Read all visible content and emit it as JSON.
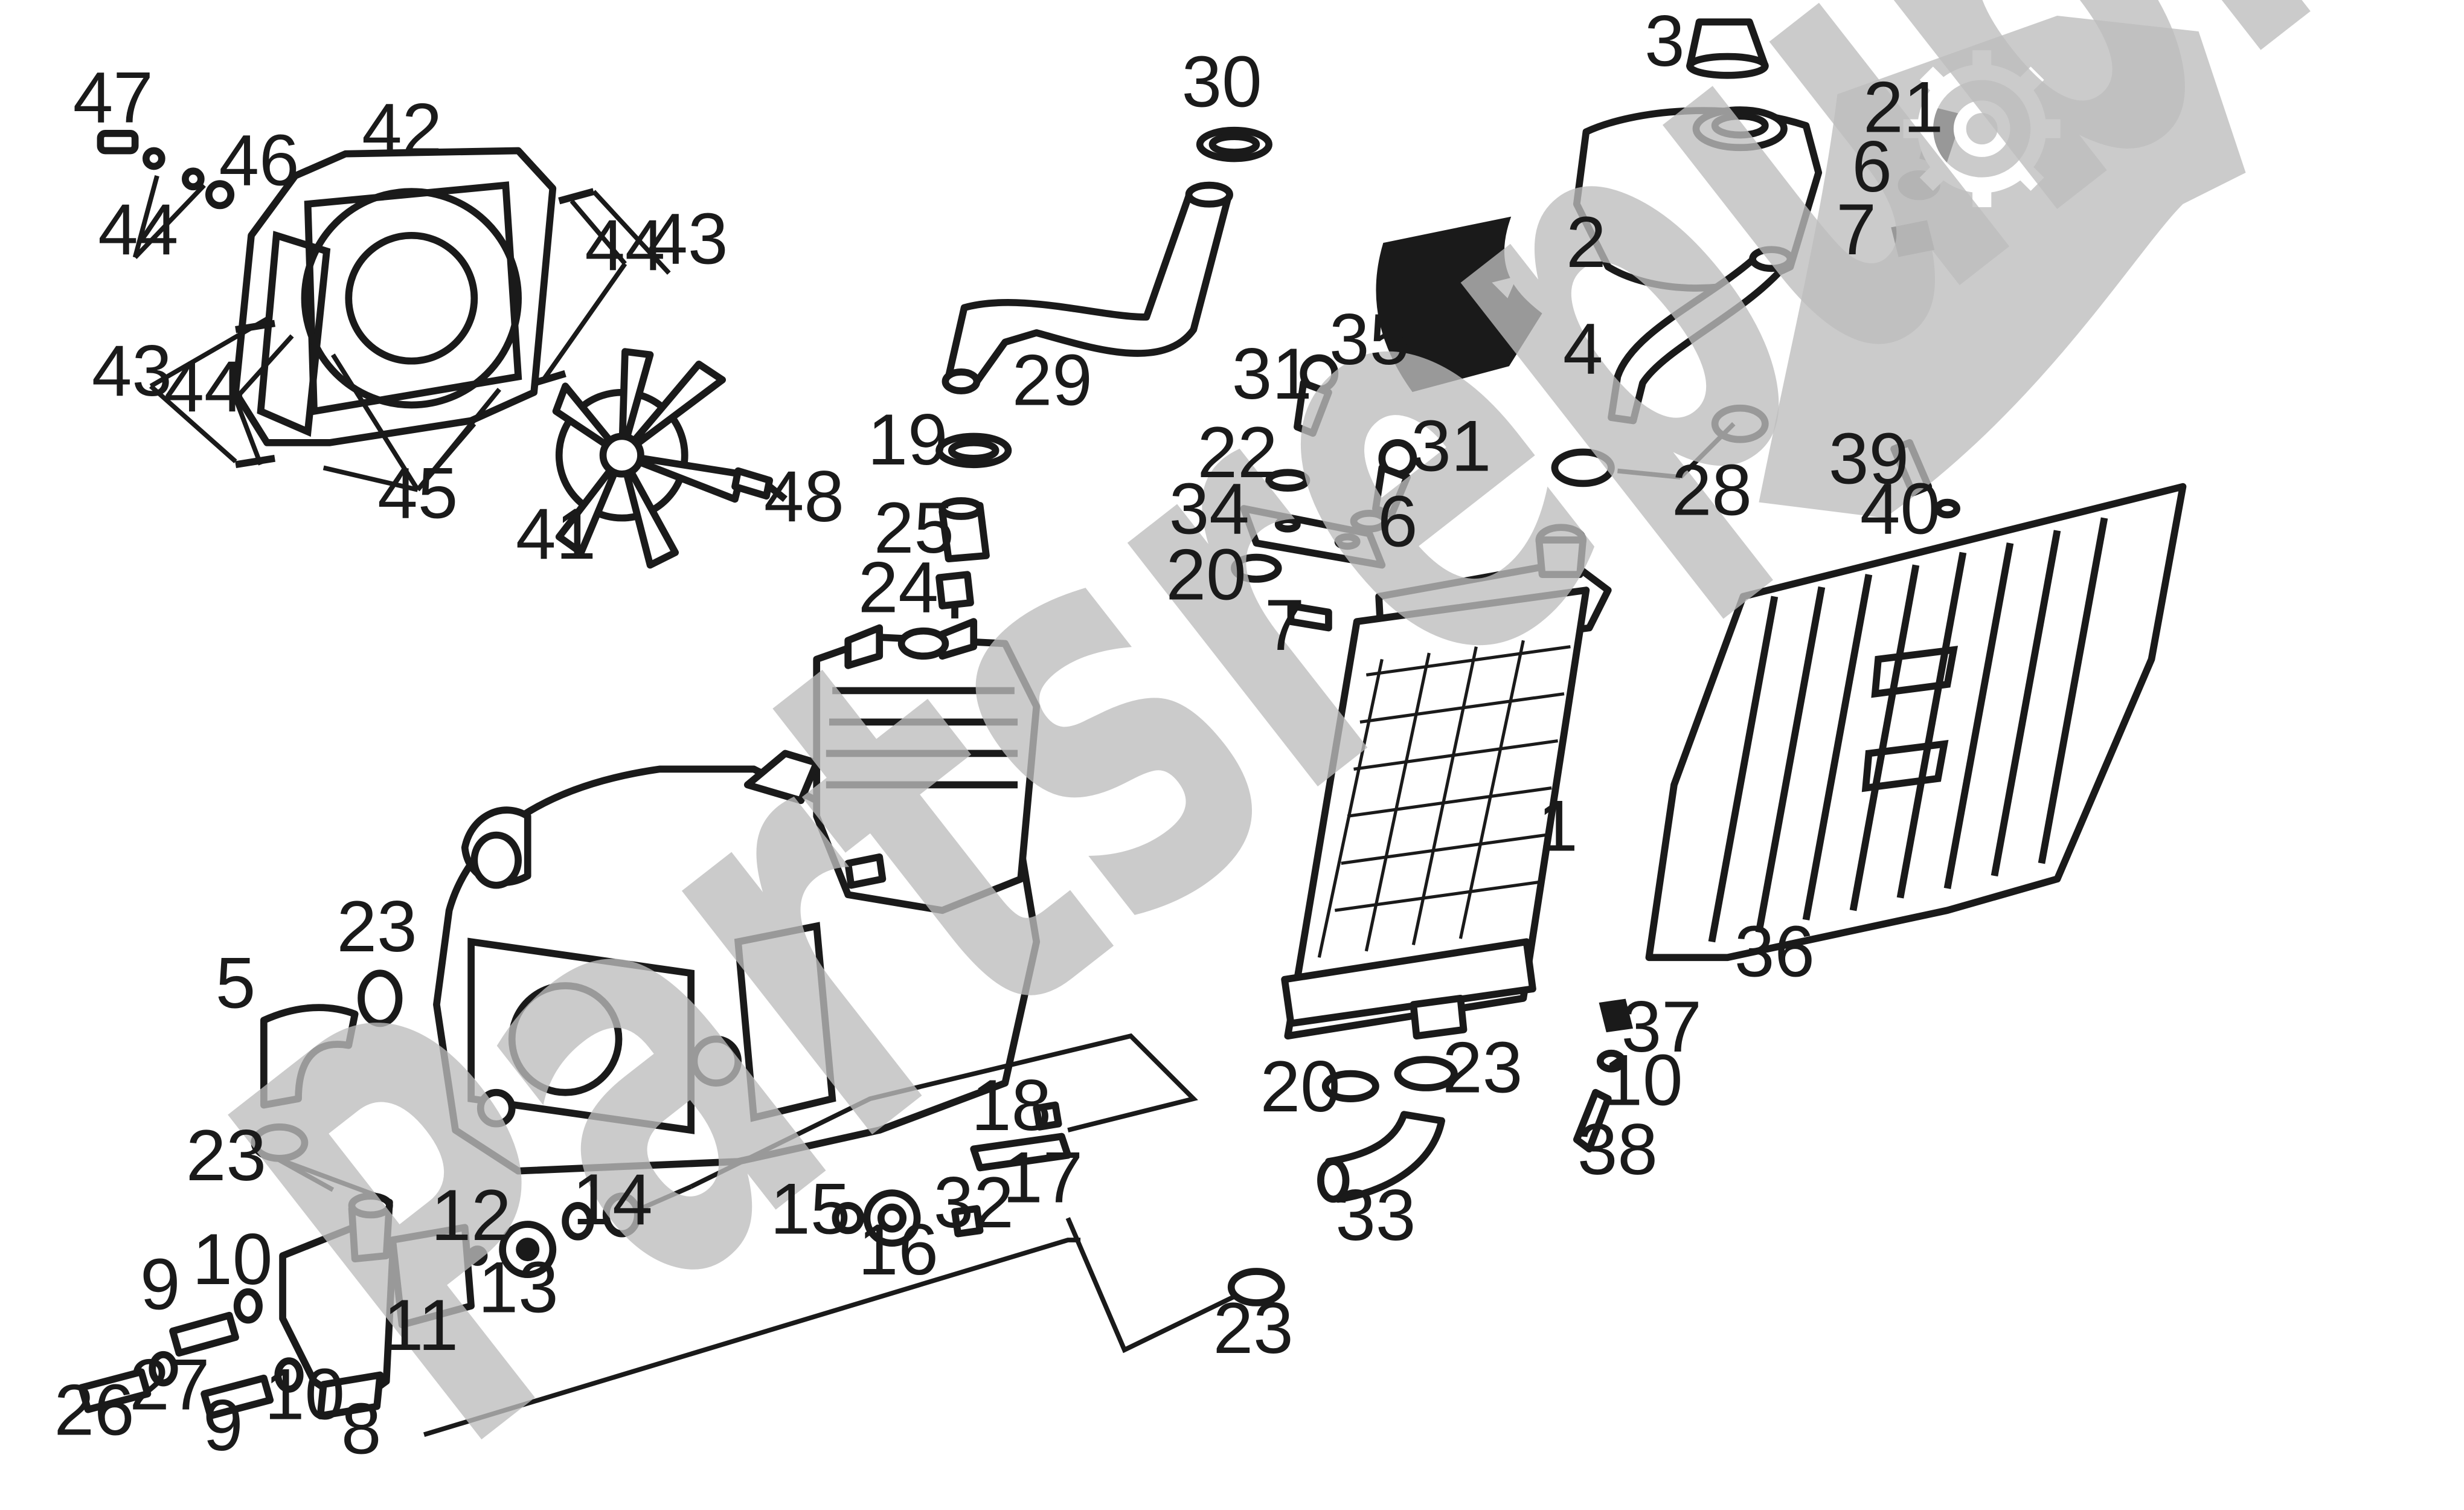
{
  "watermark": {
    "text": "Partsrepublik",
    "logo": "gear-logo"
  },
  "callouts": [
    {
      "id": "c3",
      "text": "3"
    },
    {
      "id": "c30",
      "text": "30"
    },
    {
      "id": "c47",
      "text": "47"
    },
    {
      "id": "c42",
      "text": "42"
    },
    {
      "id": "c46",
      "text": "46"
    },
    {
      "id": "c44a",
      "text": "44"
    },
    {
      "id": "c44b",
      "text": "44"
    },
    {
      "id": "c43a",
      "text": "43"
    },
    {
      "id": "c43b",
      "text": "43"
    },
    {
      "id": "c44c",
      "text": "44"
    },
    {
      "id": "c45",
      "text": "45"
    },
    {
      "id": "c41",
      "text": "41"
    },
    {
      "id": "c48",
      "text": "48"
    },
    {
      "id": "c29",
      "text": "29"
    },
    {
      "id": "c19",
      "text": "19"
    },
    {
      "id": "c25",
      "text": "25"
    },
    {
      "id": "c24",
      "text": "24"
    },
    {
      "id": "c2",
      "text": "2"
    },
    {
      "id": "c35",
      "text": "35"
    },
    {
      "id": "c4",
      "text": "4"
    },
    {
      "id": "c21",
      "text": "21"
    },
    {
      "id": "c6a",
      "text": "6"
    },
    {
      "id": "c7a",
      "text": "7"
    },
    {
      "id": "c31a",
      "text": "31"
    },
    {
      "id": "c31b",
      "text": "31"
    },
    {
      "id": "c22",
      "text": "22"
    },
    {
      "id": "c34",
      "text": "34"
    },
    {
      "id": "c6b",
      "text": "6"
    },
    {
      "id": "c20a",
      "text": "20"
    },
    {
      "id": "c7b",
      "text": "7"
    },
    {
      "id": "c28",
      "text": "28"
    },
    {
      "id": "c39",
      "text": "39"
    },
    {
      "id": "c40",
      "text": "40"
    },
    {
      "id": "c1",
      "text": "1"
    },
    {
      "id": "c36",
      "text": "36"
    },
    {
      "id": "c23a",
      "text": "23"
    },
    {
      "id": "c5",
      "text": "5"
    },
    {
      "id": "c23b",
      "text": "23"
    },
    {
      "id": "c18",
      "text": "18"
    },
    {
      "id": "c17",
      "text": "17"
    },
    {
      "id": "c15",
      "text": "15"
    },
    {
      "id": "c16",
      "text": "16"
    },
    {
      "id": "c32",
      "text": "32"
    },
    {
      "id": "c12",
      "text": "12"
    },
    {
      "id": "c13",
      "text": "13"
    },
    {
      "id": "c14",
      "text": "14"
    },
    {
      "id": "c10a",
      "text": "10"
    },
    {
      "id": "c9a",
      "text": "9"
    },
    {
      "id": "c11",
      "text": "11"
    },
    {
      "id": "c26",
      "text": "26"
    },
    {
      "id": "c27",
      "text": "27"
    },
    {
      "id": "c9b",
      "text": "9"
    },
    {
      "id": "c10b",
      "text": "10"
    },
    {
      "id": "c8",
      "text": "8"
    },
    {
      "id": "c23c",
      "text": "23"
    },
    {
      "id": "c20b",
      "text": "20"
    },
    {
      "id": "c23d",
      "text": "23"
    },
    {
      "id": "c33",
      "text": "33"
    },
    {
      "id": "c37",
      "text": "37"
    },
    {
      "id": "c10c",
      "text": "10"
    },
    {
      "id": "c38",
      "text": "38"
    }
  ]
}
